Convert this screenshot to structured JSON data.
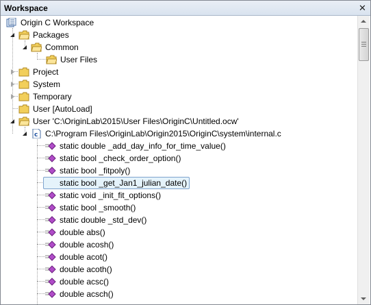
{
  "panel": {
    "title": "Workspace"
  },
  "tree": {
    "root": "Origin C Workspace",
    "packages": "Packages",
    "common": "Common",
    "user_files": "User Files",
    "project": "Project",
    "system": "System",
    "temporary": "Temporary",
    "user_autoload": "User  [AutoLoad]",
    "user_ocw": "User 'C:\\OriginLab\\2015\\User Files\\OriginC\\Untitled.ocw'",
    "internal_c": "C:\\Program Files\\OriginLab\\Origin2015\\OriginC\\system\\internal.c",
    "functions": [
      "static double _add_day_info_for_time_value()",
      "static bool _check_order_option()",
      "static bool _fitpoly()",
      "static bool _get_Jan1_julian_date()",
      "static void _init_fit_options()",
      "static bool _smooth()",
      "static double _std_dev()",
      "double abs()",
      "double acosh()",
      "double acot()",
      "double acoth()",
      "double acsc()",
      "double acsch()"
    ],
    "selected_function": "static bool _get_Jan1_julian_date()"
  },
  "icons": {
    "root": "workspace-icon",
    "folder": "folder-icon",
    "file": "c-source-file-icon",
    "function": "function-icon"
  },
  "colors": {
    "folder": "#f2cf5b",
    "function": "#b04cc8",
    "selection": "#e5f3fb",
    "selection_border": "#7da2ce"
  }
}
